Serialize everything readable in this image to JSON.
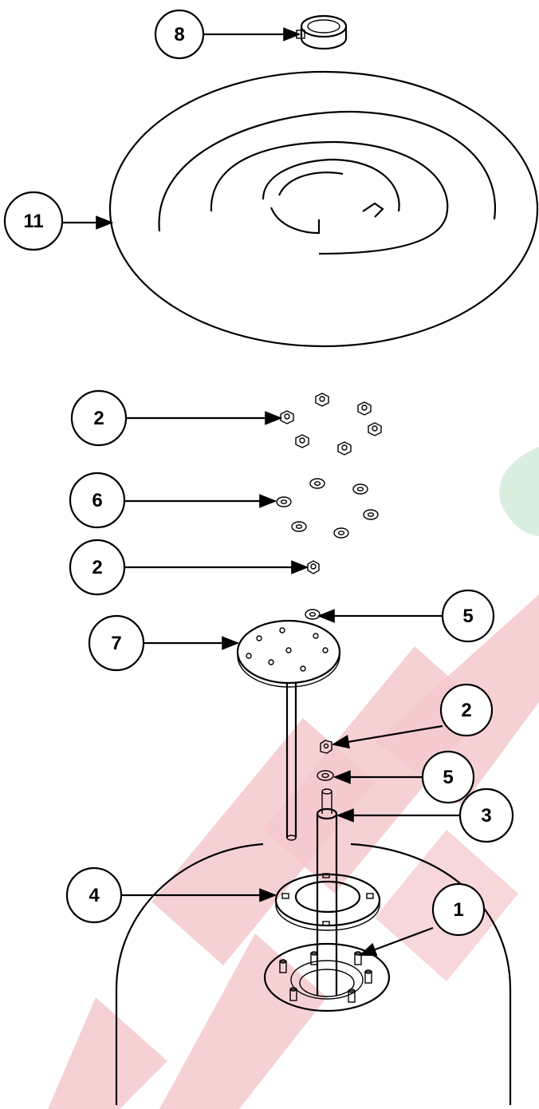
{
  "diagram": {
    "callouts": [
      {
        "id": "c8",
        "label": "8"
      },
      {
        "id": "c11",
        "label": "11"
      },
      {
        "id": "c2a",
        "label": "2"
      },
      {
        "id": "c6",
        "label": "6"
      },
      {
        "id": "c2b",
        "label": "2"
      },
      {
        "id": "c5a",
        "label": "5"
      },
      {
        "id": "c7",
        "label": "7"
      },
      {
        "id": "c2c",
        "label": "2"
      },
      {
        "id": "c5b",
        "label": "5"
      },
      {
        "id": "c3",
        "label": "3"
      },
      {
        "id": "c4",
        "label": "4"
      },
      {
        "id": "c1",
        "label": "1"
      }
    ],
    "colors": {
      "ink": "#000000",
      "background": "#ffffff",
      "watermark_red": "#f4c9cd",
      "watermark_green": "#d9eedf"
    }
  }
}
